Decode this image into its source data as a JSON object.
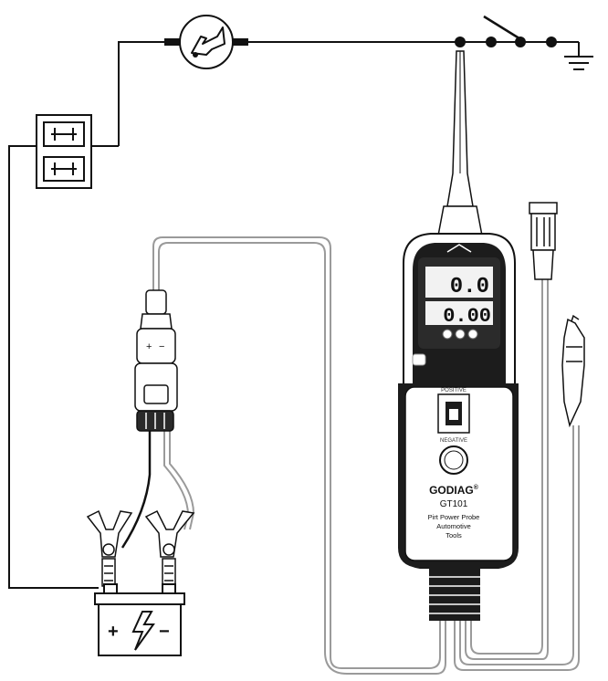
{
  "device": {
    "brand": "GODIAG",
    "registered_mark": "®",
    "model": "GT101",
    "description_lines": [
      "Pirt Power Probe",
      "Automotive",
      "Tools"
    ],
    "switch_top_label": "POSITIVE",
    "switch_bottom_label": "NEGATIVE",
    "display_top_reading": "0.0",
    "display_bottom_reading": "0.00"
  },
  "cigarette_plug": {
    "plus_sign": "+",
    "minus_sign": "−"
  },
  "battery": {
    "plus_sign": "+",
    "minus_sign": "−"
  },
  "colors": {
    "line": "#111111",
    "device_body": "#1c1c1c",
    "display_frame": "#2b2b2b",
    "lcd_background": "#f2f2f2",
    "cable_outline": "#9a9a9a"
  }
}
